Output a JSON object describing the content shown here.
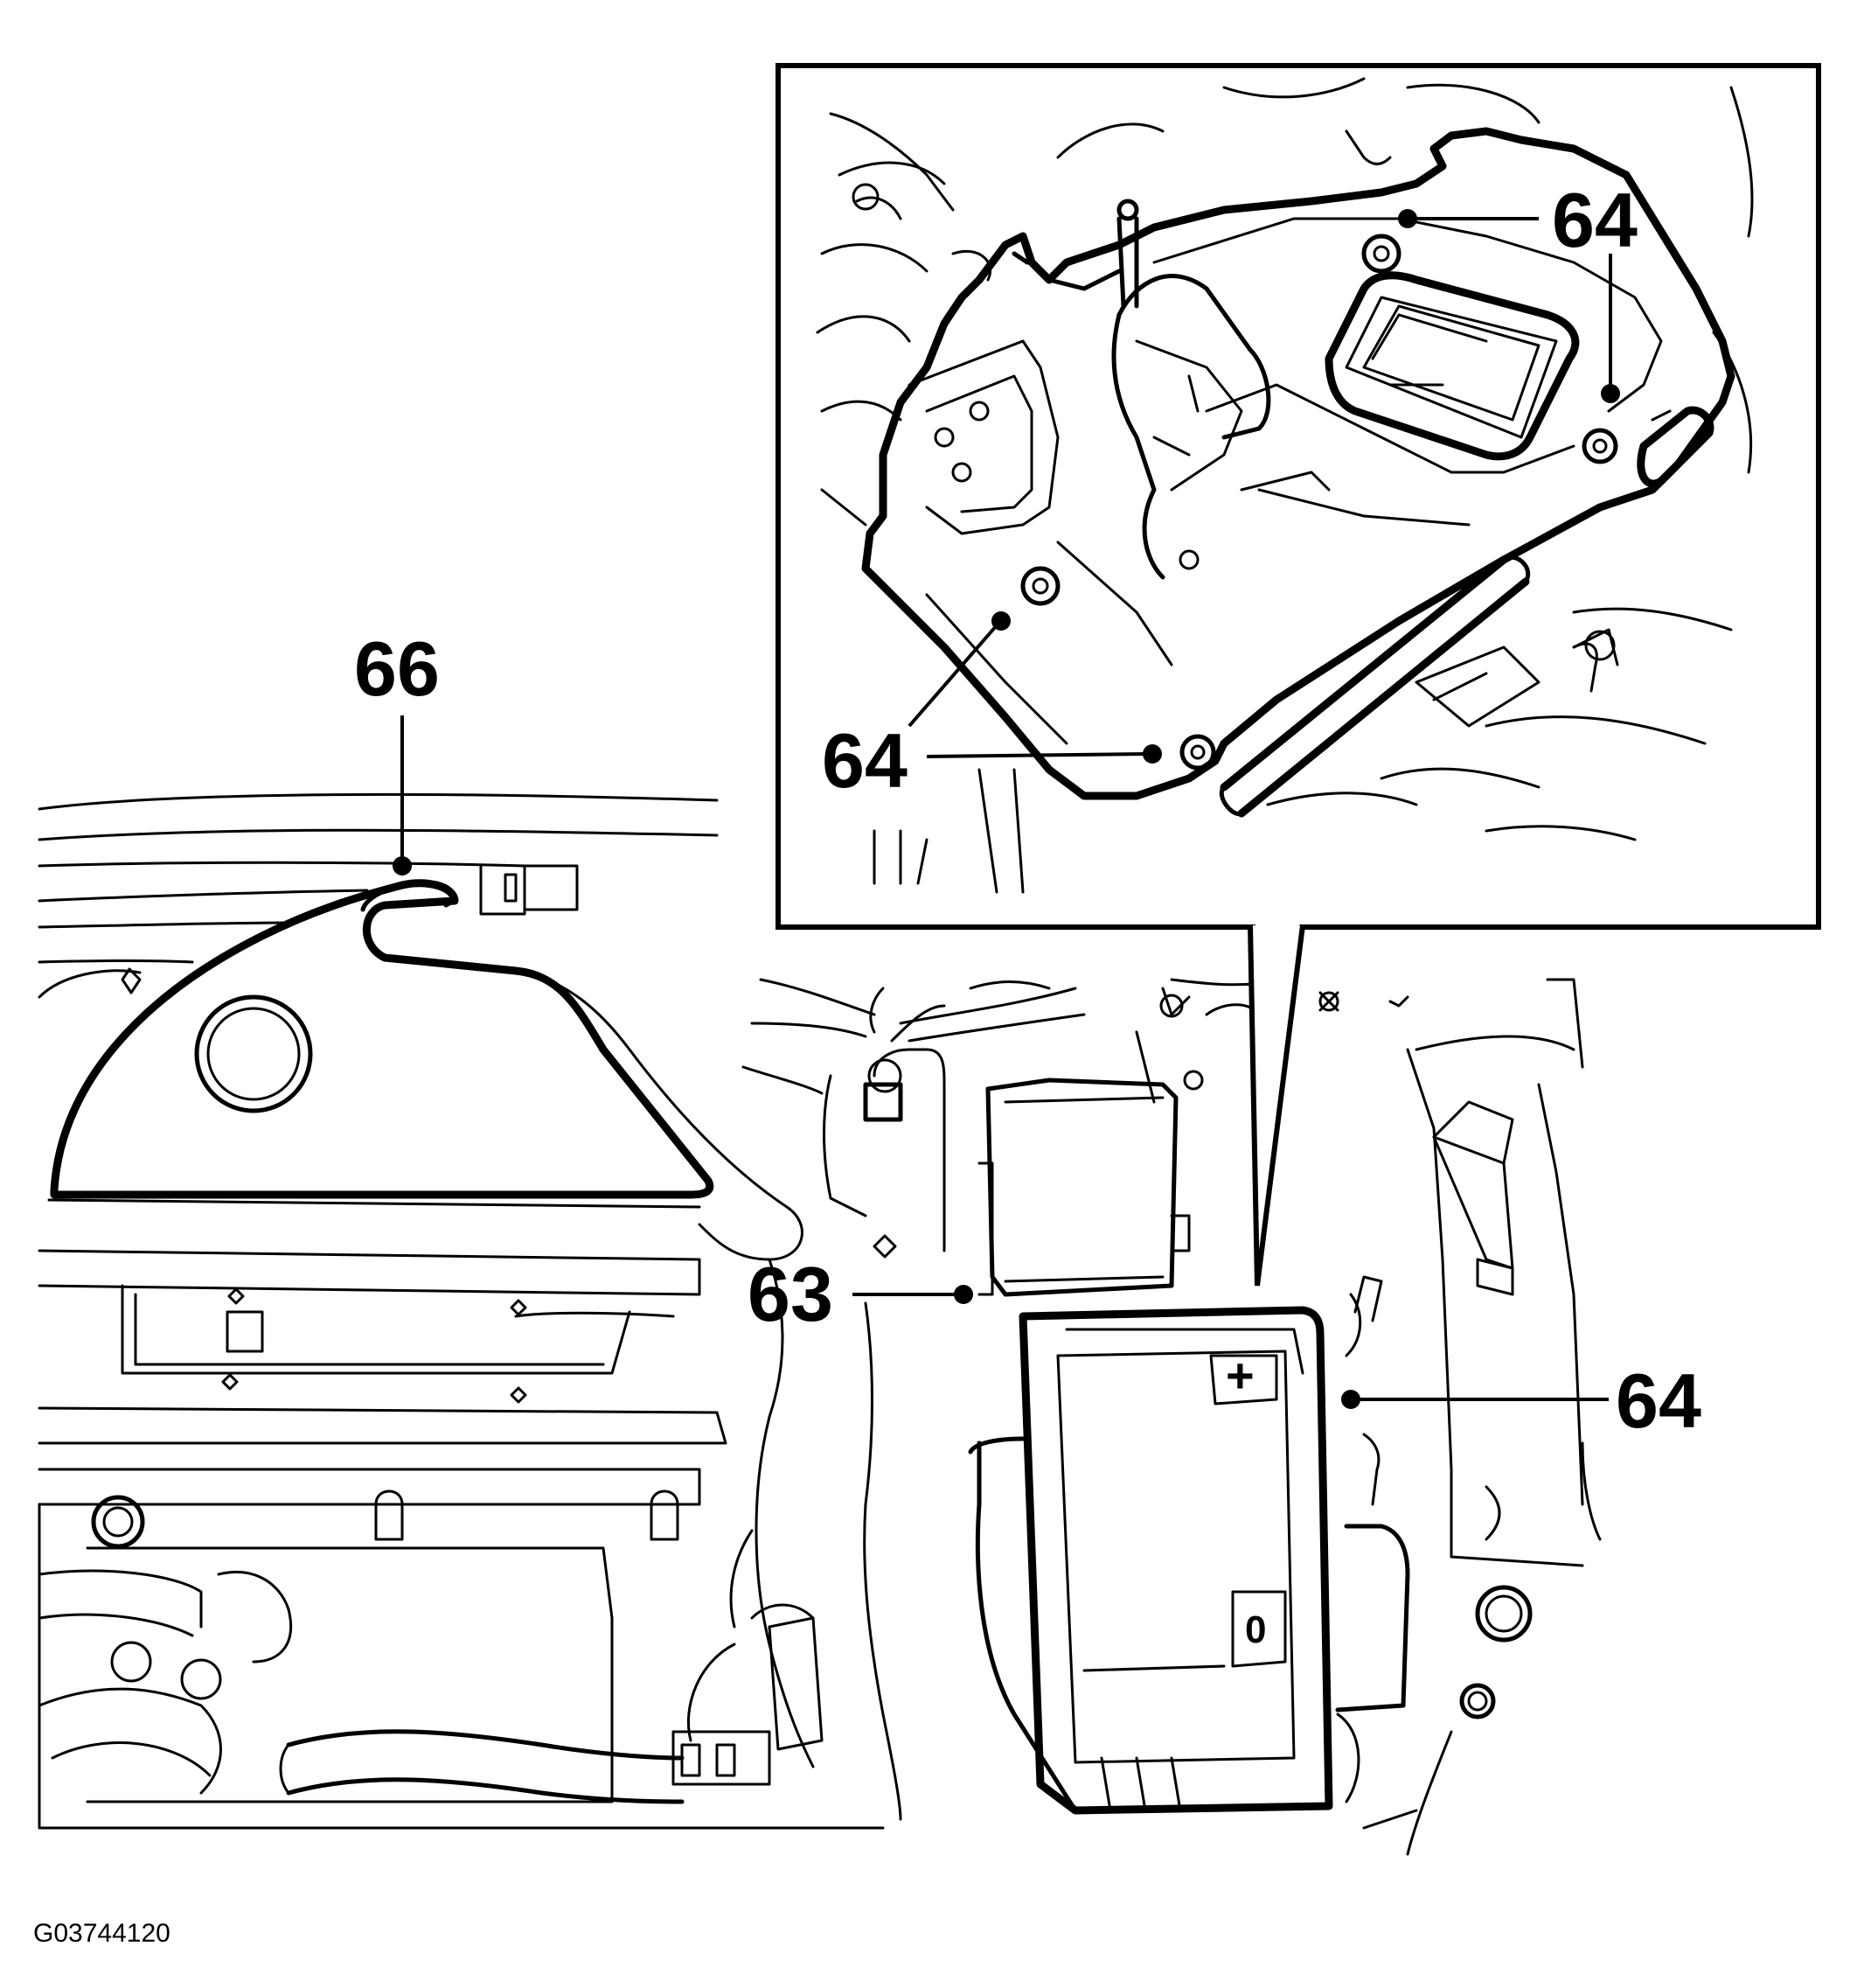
{
  "figure_code": "G03744120",
  "callouts": {
    "c66": "66",
    "c63": "63",
    "c64_main": "64",
    "c64_inset_top": "64",
    "c64_inset_right": "64",
    "c64_inset_left": "64"
  },
  "battery_terminals": {
    "positive": "+",
    "negative": "0"
  }
}
